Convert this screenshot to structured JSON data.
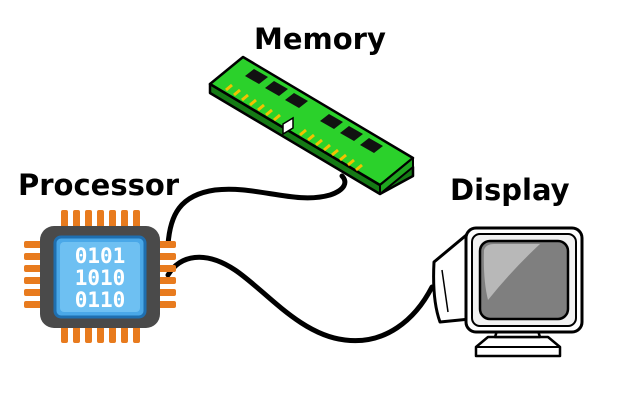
{
  "labels": {
    "memory": "Memory",
    "processor": "Processor",
    "display": "Display"
  },
  "chip_binary": [
    "0101",
    "1010",
    "0110"
  ],
  "icons": {
    "memory": "ram-module-icon",
    "processor": "cpu-chip-icon",
    "display": "crt-monitor-icon"
  },
  "colors": {
    "ram_green": "#2bd12b",
    "ram_dark_green": "#157a15",
    "chip_body": "#4a4a4a",
    "chip_pins": "#e87b1e",
    "chip_screen": "#4aa8e8",
    "monitor_screen": "#8a8a8a",
    "cable": "#000000"
  }
}
